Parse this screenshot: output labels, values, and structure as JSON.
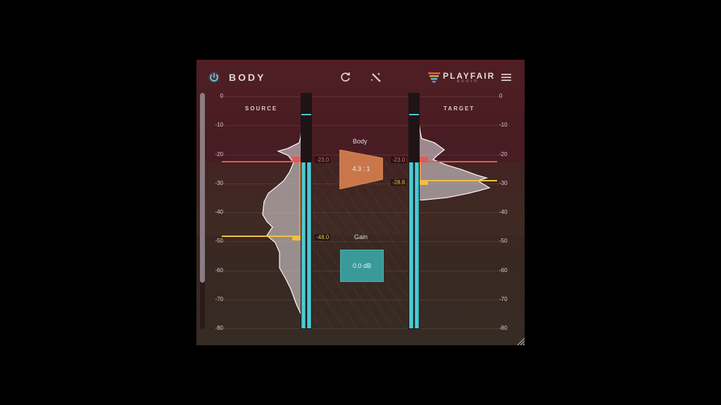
{
  "header": {
    "title": "BODY",
    "power_icon": "power-icon",
    "reset_icon": "refresh-icon",
    "magic_icon": "magic-wand-icon",
    "brand": "PLAYFAIR",
    "brand_sub": "AUDIO",
    "menu_icon": "hamburger-menu-icon"
  },
  "source": {
    "label": "SOURCE",
    "upper_threshold": "-23.0",
    "lower_threshold": "-48.0"
  },
  "target": {
    "label": "TARGET",
    "upper_value": "-23.0",
    "lower_value": "-28.8"
  },
  "body_param": {
    "label": "Body",
    "value": "4.3 : 1"
  },
  "gain_param": {
    "label": "Gain",
    "value": "0.0 dB"
  },
  "scale": {
    "ticks": [
      "0",
      "-10",
      "-20",
      "-30",
      "-40",
      "-50",
      "-60",
      "-70",
      "-80"
    ]
  },
  "colors": {
    "accent_teal": "#4fc6d0",
    "threshold_red": "#e8584e",
    "threshold_yellow": "#f0c040",
    "body_orange": "#c9774a"
  }
}
